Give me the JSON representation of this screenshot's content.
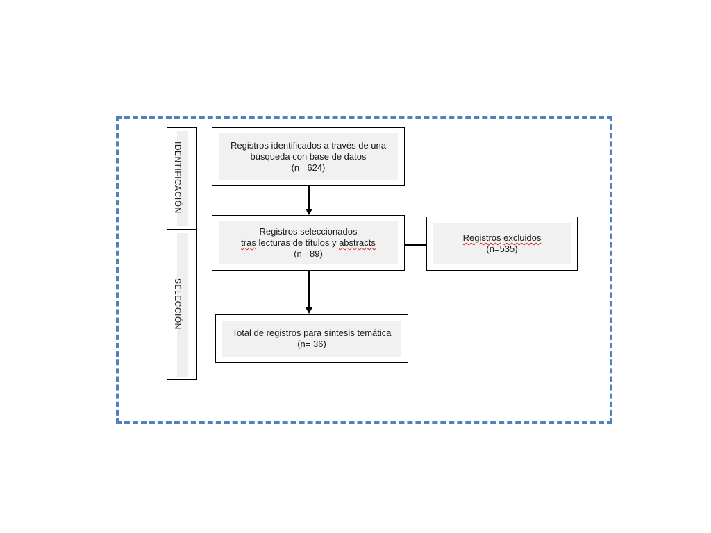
{
  "diagram": {
    "phases": {
      "identification": "IDENTIFICACIÓN",
      "selection": "SELECCIÓN"
    },
    "boxes": {
      "identified": {
        "line1": "Registros identificados a través de una",
        "line2": "búsqueda con base de datos",
        "count": "(n= 624)"
      },
      "screened": {
        "line1": "Registros seleccionados",
        "line2_a": "tras",
        "line2_b": " lecturas de títulos y ",
        "line2_c": "abstracts",
        "count": "(n= 89)"
      },
      "excluded": {
        "label_a": "Registros",
        "label_sp": " ",
        "label_b": "excluidos",
        "count": "(n=535)"
      },
      "included": {
        "line1": "Total de registros para síntesis temática",
        "count": "(n= 36)"
      }
    },
    "colors": {
      "frame": "#4f81bd",
      "box_fill": "#f1f1f1",
      "spellcheck_underline": "#dd2222"
    }
  }
}
